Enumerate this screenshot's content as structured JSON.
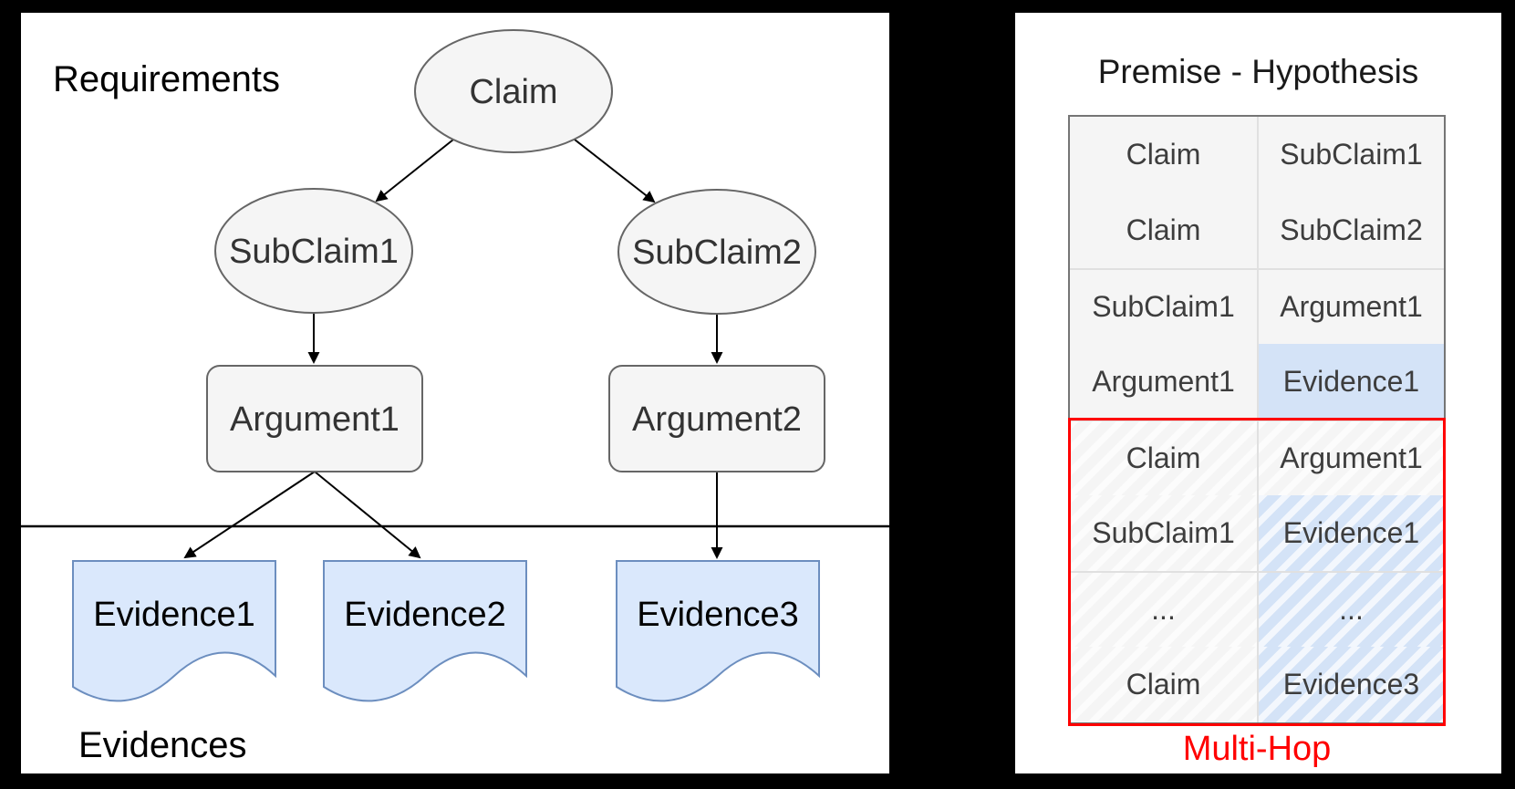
{
  "left_panel": {
    "title": "Requirements",
    "footer_label": "Evidences",
    "nodes": {
      "claim": "Claim",
      "subclaim1": "SubClaim1",
      "subclaim2": "SubClaim2",
      "argument1": "Argument1",
      "argument2": "Argument2",
      "evidence1": "Evidence1",
      "evidence2": "Evidence2",
      "evidence3": "Evidence3"
    },
    "edges": [
      {
        "from": "Claim",
        "to": "SubClaim1"
      },
      {
        "from": "Claim",
        "to": "SubClaim2"
      },
      {
        "from": "SubClaim1",
        "to": "Argument1"
      },
      {
        "from": "SubClaim2",
        "to": "Argument2"
      },
      {
        "from": "Argument1",
        "to": "Evidence1"
      },
      {
        "from": "Argument1",
        "to": "Evidence2"
      },
      {
        "from": "Argument2",
        "to": "Evidence3"
      }
    ]
  },
  "right_panel": {
    "title": "Premise - Hypothesis",
    "rows": [
      {
        "premise": "Claim",
        "hypothesis": "SubClaim1"
      },
      {
        "premise": "Claim",
        "hypothesis": "SubClaim2"
      },
      {
        "premise": "SubClaim1",
        "hypothesis": "Argument1"
      },
      {
        "premise": "Argument1",
        "hypothesis": "Evidence1"
      },
      {
        "premise": "Claim",
        "hypothesis": "Argument1"
      },
      {
        "premise": "SubClaim1",
        "hypothesis": "Evidence1"
      },
      {
        "premise": "...",
        "hypothesis": "..."
      },
      {
        "premise": "Claim",
        "hypothesis": "Evidence3"
      }
    ],
    "multihop_label": "Multi-Hop"
  },
  "colors": {
    "background": "#000000",
    "node_fill": "#f5f5f5",
    "node_stroke": "#666666",
    "evidence_fill": "#dae8fc",
    "evidence_stroke": "#6c8ebf",
    "table_blue": "#d4e3f7",
    "multihop_red": "#ff0000"
  }
}
